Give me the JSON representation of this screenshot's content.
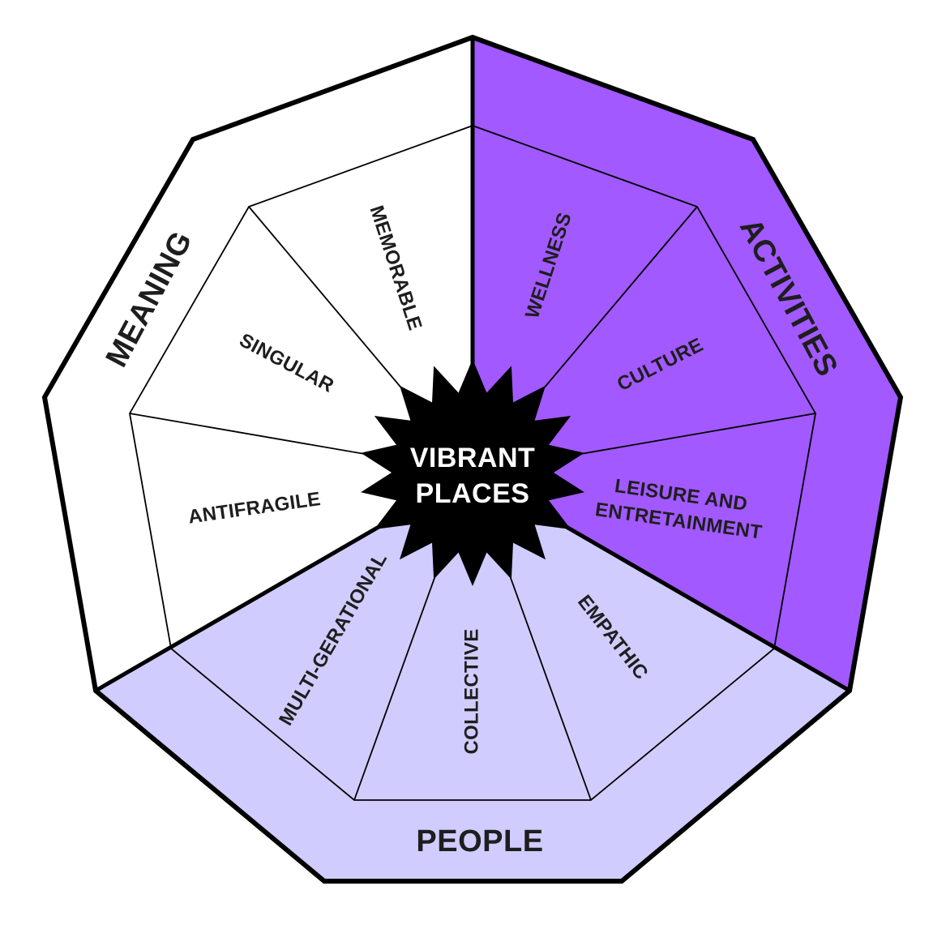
{
  "center": {
    "line1": "VIBRANT",
    "line2": "PLACES",
    "color": "#000000"
  },
  "categories": {
    "meaning": {
      "label": "MEANING",
      "color": "#ffffff"
    },
    "activities": {
      "label": "ACTIVITIES",
      "color": "#a259ff"
    },
    "people": {
      "label": "PEOPLE",
      "color": "#d0ccfd"
    }
  },
  "segments": {
    "memorable": "MEMORABLE",
    "singular": "SINGULAR",
    "antifragile": "ANTIFRAGILE",
    "wellness": "WELLNESS",
    "culture": "CULTURE",
    "leisure_line1": "LEISURE AND",
    "leisure_line2": "ENTRETAINMENT",
    "empathic": "EMPATHIC",
    "collective": "COLLECTIVE",
    "multigenerational": "MULTI-GERATIONAL"
  }
}
